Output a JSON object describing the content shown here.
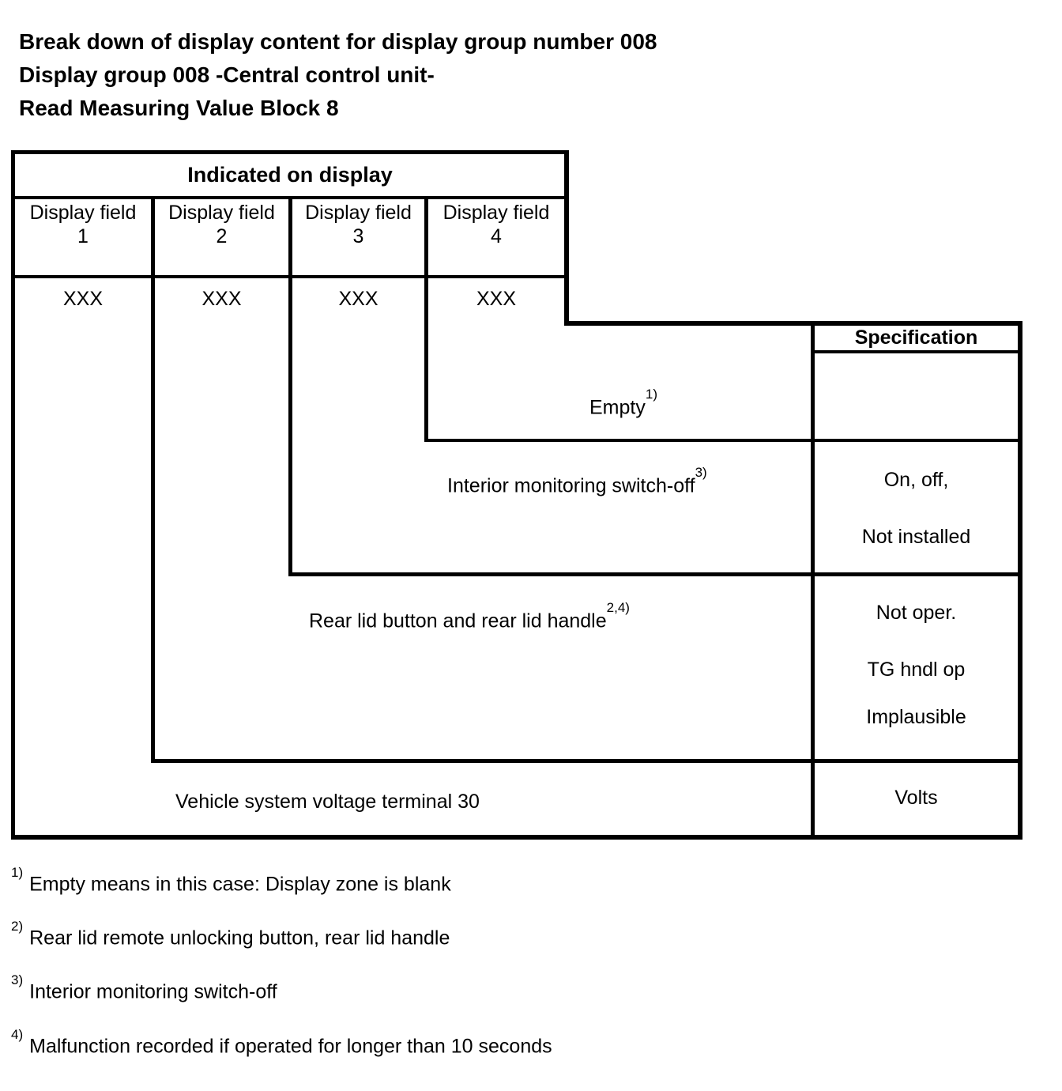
{
  "title": {
    "line1": "Break down of display content for display group number 008",
    "line2": "Display group 008 -Central control unit-",
    "line3": "Read Measuring Value Block 8"
  },
  "table": {
    "indicated_on_display": "Indicated on display",
    "specification": "Specification",
    "display_fields": [
      {
        "label": "Display field",
        "number": "1"
      },
      {
        "label": "Display field",
        "number": "2"
      },
      {
        "label": "Display field",
        "number": "3"
      },
      {
        "label": "Display field",
        "number": "4"
      }
    ],
    "values_row": [
      "XXX",
      "XXX",
      "XXX",
      "XXX"
    ],
    "rows": [
      {
        "label": "Empty",
        "footnote_ref": "1)",
        "specs": []
      },
      {
        "label": "Interior monitoring switch-off",
        "footnote_ref": "3)",
        "specs": [
          "On, off,",
          "Not installed"
        ]
      },
      {
        "label": "Rear lid button and rear lid handle",
        "footnote_ref": "2,4)",
        "specs": [
          "Not oper.",
          "TG hndl op",
          "Implausible"
        ]
      },
      {
        "label": "Vehicle system voltage terminal 30",
        "footnote_ref": "",
        "specs": [
          "Volts"
        ]
      }
    ]
  },
  "footnotes": [
    {
      "marker": "1)",
      "text": "Empty means in this case: Display zone is blank"
    },
    {
      "marker": "2)",
      "text": "Rear lid remote unlocking button, rear lid handle"
    },
    {
      "marker": "3)",
      "text": "Interior monitoring switch-off"
    },
    {
      "marker": "4)",
      "text": "Malfunction recorded if operated for longer than 10 seconds"
    }
  ]
}
